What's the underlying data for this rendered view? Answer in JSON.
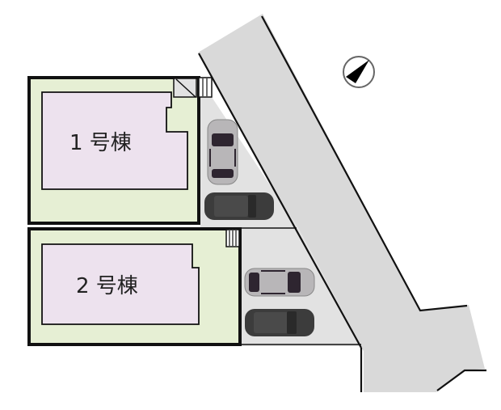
{
  "diagram": {
    "type": "site-plan",
    "colors": {
      "road": "#d9d9d9",
      "lot": "#e6efd4",
      "building": "#ede2ee",
      "parking": "#e2e2e2",
      "line": "#111111",
      "car_light": "#b8b6b8",
      "car_dark": "#3c3c3c",
      "car_window": "#2e2530"
    },
    "compass": {
      "icon": "north-arrow-icon",
      "direction": "north points up-right"
    },
    "buildings": [
      {
        "id": "building-1",
        "label": "1 号棟"
      },
      {
        "id": "building-2",
        "label": "2 号棟"
      }
    ],
    "parking": {
      "lot1_cars": [
        "light-car-vertical",
        "dark-car-horizontal"
      ],
      "lot2_cars": [
        "light-car-horizontal",
        "dark-car-horizontal"
      ]
    }
  }
}
